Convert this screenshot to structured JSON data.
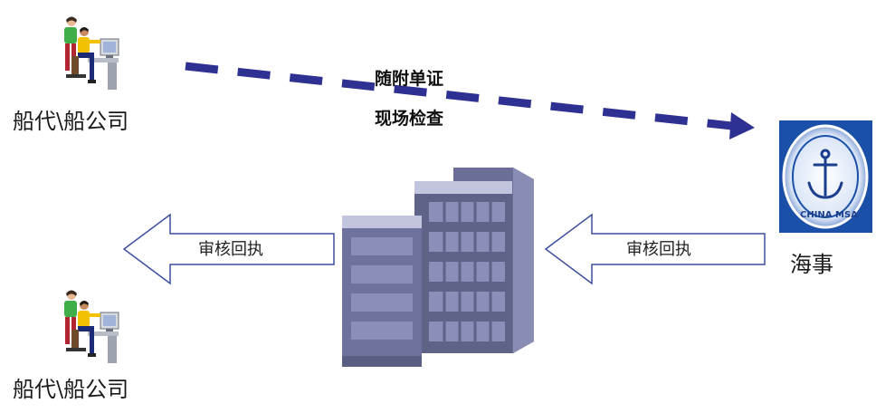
{
  "nodes": {
    "top_company": {
      "label": "船代\\船公司"
    },
    "bottom_company": {
      "label": "船代\\船公司"
    },
    "msa": {
      "label": "海事",
      "logo_text": "CHINA MSA"
    }
  },
  "edges": {
    "dashed": {
      "label_1": "随附单证",
      "label_2": "现场检查"
    },
    "receipt_left": {
      "label": "审核回执"
    },
    "receipt_right": {
      "label": "审核回执"
    }
  },
  "colors": {
    "dash": "#2e3192",
    "arrow_outline": "#3d4f9e",
    "building_front": "#5f6388",
    "building_side": "#8a8db3",
    "building_light": "#c3c5df",
    "logo_blue": "#1b50a8"
  },
  "icons": {
    "computer_user": "computer-user-icon",
    "server_building": "server-building-icon",
    "msa_logo": "anchor-icon"
  }
}
